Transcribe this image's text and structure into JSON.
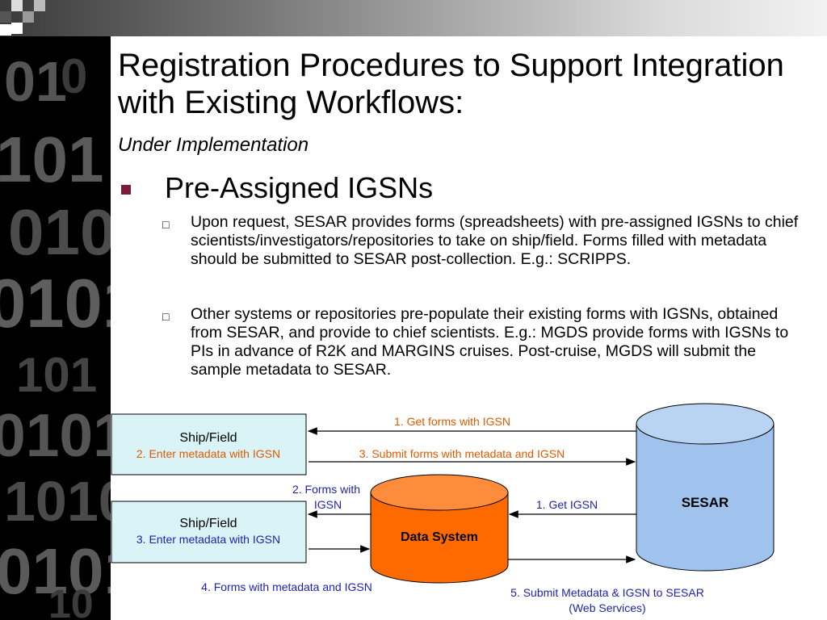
{
  "slide": {
    "title": "Registration Procedures to Support Integration with Existing Workflows:",
    "subtitle": "Under Implementation",
    "bullet": "Pre-Assigned IGSNs",
    "subbullets": [
      "Upon request, SESAR provides forms (spreadsheets) with pre-assigned IGSNs to chief scientists/investigators/repositories to take on ship/field. Forms filled with metadata should be submitted to SESAR post-collection. E.g.: SCRIPPS.",
      "Other systems or repositories pre-populate their existing forms with IGSNs, obtained from SESAR, and provide to chief scientists. E.g.: MGDS provide forms with IGSNs to PIs in advance of R2K and MARGINS cruises. Post-cruise, MGDS will submit the sample metadata to SESAR."
    ]
  },
  "diagram": {
    "ship1": {
      "title": "Ship/Field",
      "sub": "2. Enter metadata with IGSN"
    },
    "ship2": {
      "title": "Ship/Field",
      "sub": "3. Enter metadata with IGSN"
    },
    "sesar": "SESAR",
    "data_system": "Data System",
    "labels": {
      "get_forms": "1. Get forms with IGSN",
      "submit_forms": "3. Submit forms with metadata and IGSN",
      "forms_with_1": "2. Forms with",
      "forms_with_2": "IGSN",
      "get_igsn": "1. Get IGSN",
      "forms_metadata": "4. Forms with metadata and IGSN",
      "submit_meta_1": "5. Submit Metadata & IGSN to SESAR",
      "submit_meta_2": "(Web Services)"
    }
  },
  "colors": {
    "orange_text": "#e05a00",
    "blue_text": "#1f1fb0",
    "ship_box": "#d9f3f6",
    "sesar_fill": "#9fc3ec",
    "data_system_fill": "#ff6a00",
    "bullet": "#7a1b3a"
  }
}
